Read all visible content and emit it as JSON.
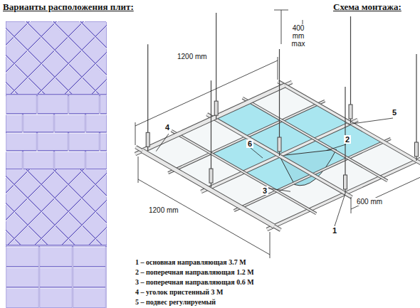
{
  "diagram": {
    "labels": [
      "Варианты расположения плит:",
      "Схема монтажа:",
      "400 mm max",
      "1200 mm",
      "1200 mm",
      "600 mm",
      "1",
      "2",
      "3",
      "4",
      "5",
      "6",
      "1 – основная направляющая 3.7 М",
      "2 – поперечная направляющая 1.2 М",
      "3 – поперечная направляющая 0.6 М",
      "4 – уголок пристенный 3 М",
      "5 – подвес регулируемый"
    ]
  }
}
